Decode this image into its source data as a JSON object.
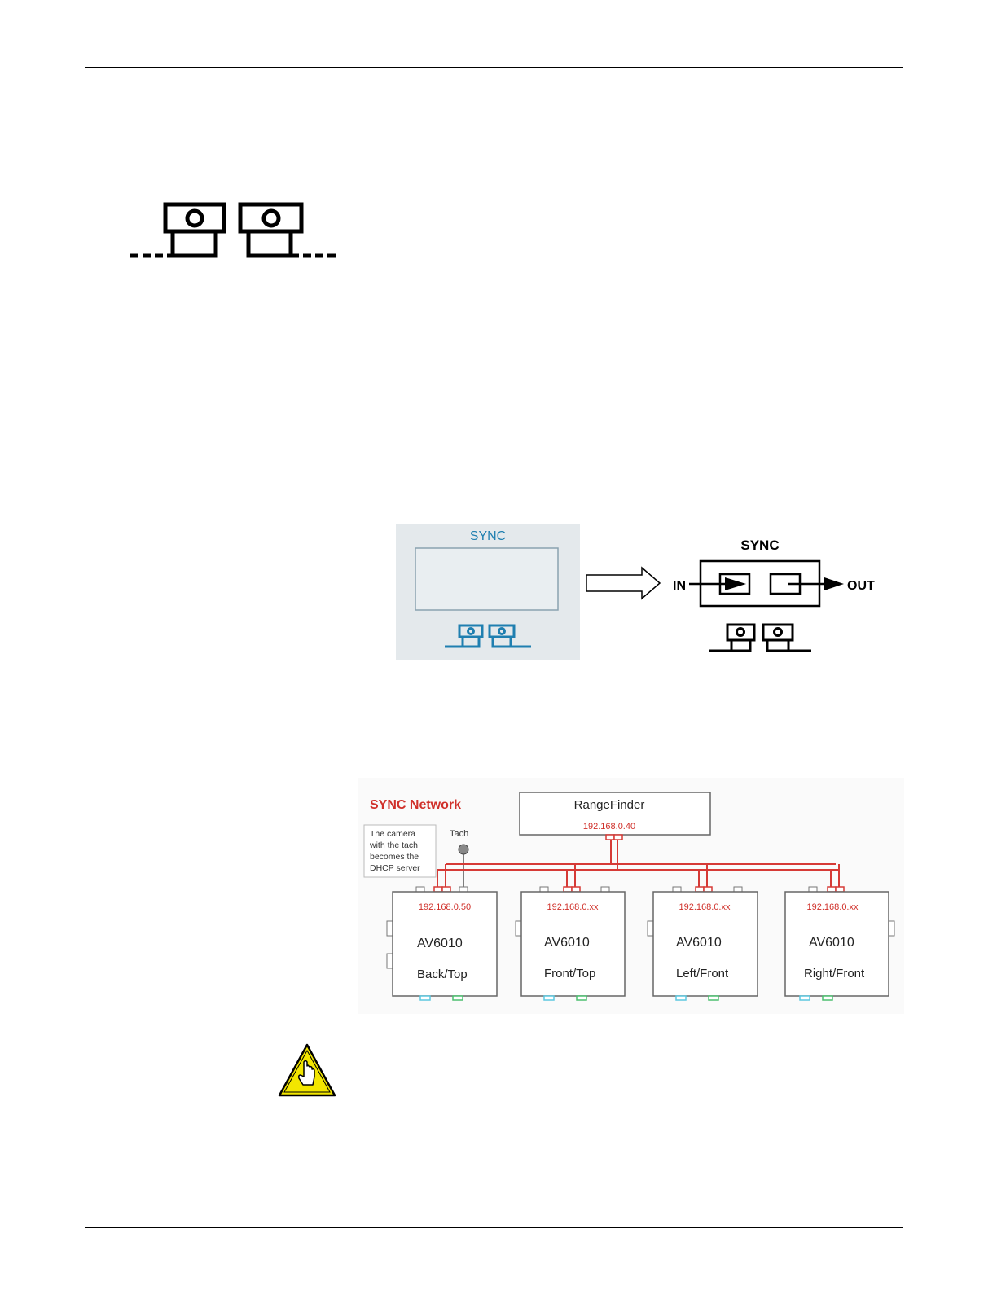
{
  "sync_symbol": {
    "icon": "sync-connector-icon"
  },
  "sync_panel": {
    "label": "SYNC",
    "colors": {
      "label": "#1f7fb0",
      "panel_bg": "#e4e9ec",
      "symbol": "#1f7fb0"
    }
  },
  "sync_schematic": {
    "title": "SYNC",
    "in_label": "IN",
    "out_label": "OUT"
  },
  "network": {
    "title": "SYNC Network",
    "title_color": "#d0302a",
    "line_color": "#d63a36",
    "note_lines": [
      "The camera",
      "with the tach",
      "becomes the",
      "DHCP server"
    ],
    "tach_label": "Tach",
    "rangefinder": {
      "name": "RangeFinder",
      "ip": "192.168.0.40"
    },
    "cameras": [
      {
        "ip": "192.168.0.50",
        "model": "AV6010",
        "position": "Back/Top"
      },
      {
        "ip": "192.168.0.xx",
        "model": "AV6010",
        "position": "Front/Top"
      },
      {
        "ip": "192.168.0.xx",
        "model": "AV6010",
        "position": "Left/Front"
      },
      {
        "ip": "192.168.0.xx",
        "model": "AV6010",
        "position": "Right/Front"
      }
    ]
  },
  "caution": {
    "icon": "caution-hand-icon",
    "color": "#f2e600"
  }
}
